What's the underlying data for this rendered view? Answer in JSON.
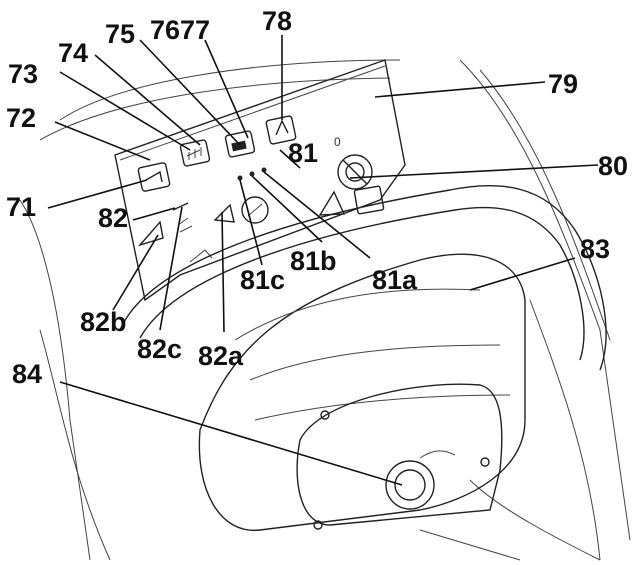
{
  "callouts": {
    "c71": "71",
    "c72": "72",
    "c73": "73",
    "c74": "74",
    "c75": "75",
    "c7677": "7677",
    "c78": "78",
    "c79": "79",
    "c80": "80",
    "c81": "81",
    "c81a": "81a",
    "c81b": "81b",
    "c81c": "81c",
    "c82": "82",
    "c82a": "82a",
    "c82b": "82b",
    "c82c": "82c",
    "c83": "83",
    "c84": "84"
  },
  "panel": {
    "zero_mark": "0"
  }
}
